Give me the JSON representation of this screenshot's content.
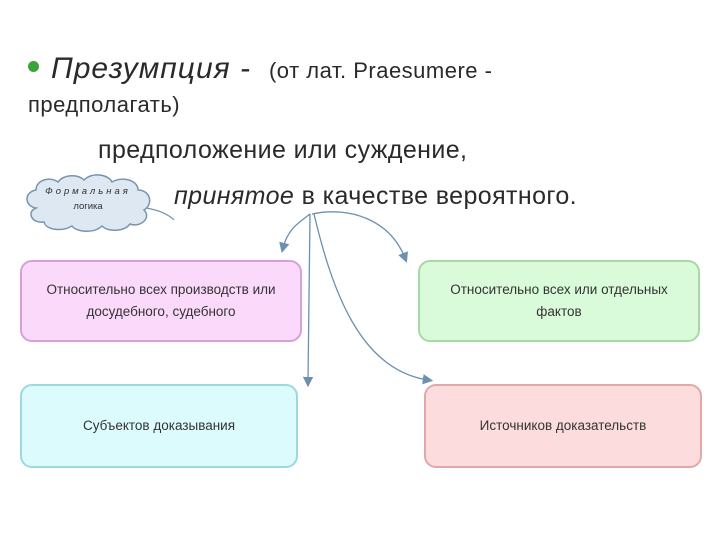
{
  "header": {
    "term": "Презумпция -",
    "etymology_line1": "(от лат. Praesumere -",
    "etymology_line2": "предполагать)"
  },
  "definition": {
    "line1": "предположение или суждение,",
    "line2_italic": "принятое",
    "line2_rest": " в качестве вероятного."
  },
  "cloud": {
    "line1": "Формальная",
    "line2": "логика"
  },
  "boxes": {
    "top_left": "Относительно всех производств или досудебного, судебного",
    "top_right": "Относительно всех или отдельных фактов",
    "bottom_left": "Субъектов доказывания",
    "bottom_right": "Источников доказательств"
  },
  "colors": {
    "bullet": "#3aa43a",
    "pink": "#fbd9fb",
    "green": "#d9fbd9",
    "cyan": "#dcfbfc",
    "salmon": "#fcdcdc",
    "cloud_fill": "#dde8f3",
    "cloud_stroke": "#7a93ad",
    "arrow": "#6d8fb0"
  }
}
